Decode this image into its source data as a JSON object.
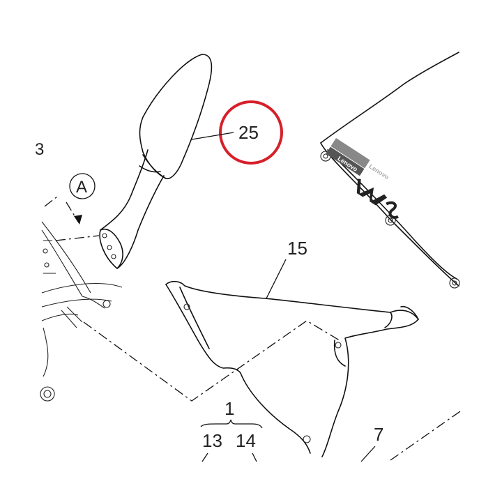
{
  "callouts": {
    "part_25": "25",
    "part_15": "15",
    "part_1": "1",
    "part_13": "13",
    "part_14": "14",
    "part_7": "7",
    "part_3": "3",
    "view_a": "A"
  },
  "decals": {
    "brand_1": "Lenovo",
    "brand_2": "Lenovo"
  },
  "colors": {
    "highlight_ring": "#d6202a",
    "line": "#111111",
    "decal_gray": "#888888"
  }
}
